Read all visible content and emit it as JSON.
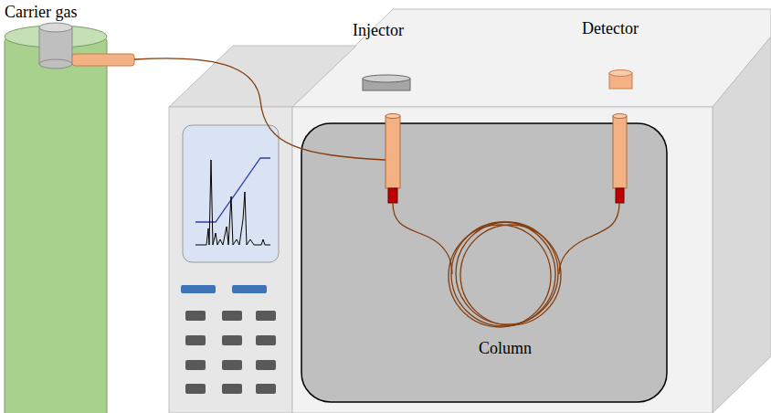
{
  "diagram": {
    "labels": [
      "Carrier gas",
      "Injector",
      "Detector",
      "Column"
    ]
  }
}
